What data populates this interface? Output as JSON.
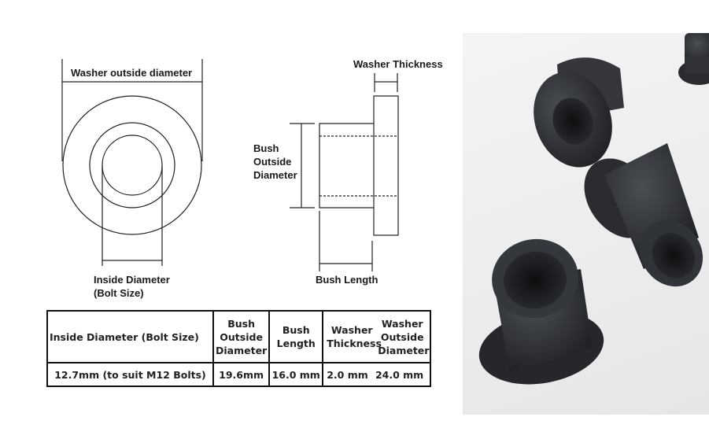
{
  "front_view": {
    "washer_od_label": "Washer outside diameter",
    "inside_diameter_label_line1": "Inside Diameter",
    "inside_diameter_label_line2": "(Bolt Size)"
  },
  "side_view": {
    "washer_thickness_label": "Washer Thickness",
    "bush_od_label_line1": "Bush",
    "bush_od_label_line2": "Outside",
    "bush_od_label_line3": "Diameter",
    "bush_length_label": "Bush Length"
  },
  "spec_table": {
    "headers": [
      {
        "lines": [
          "Inside Diameter (Bolt Size)"
        ]
      },
      {
        "lines": [
          "Bush",
          "Outside",
          "Diameter"
        ]
      },
      {
        "lines": [
          "Bush",
          "Length"
        ]
      },
      {
        "lines": [
          "Washer",
          "Thickness"
        ]
      },
      {
        "lines": [
          "Washer",
          "Outside",
          "Diameter"
        ]
      }
    ],
    "rows": [
      [
        "12.7mm (to suit M12 Bolts)",
        "19.6mm",
        "16.0 mm",
        "2.0 mm",
        "24.0 mm"
      ]
    ]
  },
  "photo": {
    "subject": "black flanged rubber bushes on white surface",
    "colors": {
      "background": "#eeeeee",
      "rubber": "#2b2d31",
      "rubber_highlight": "#4a4d53"
    }
  }
}
